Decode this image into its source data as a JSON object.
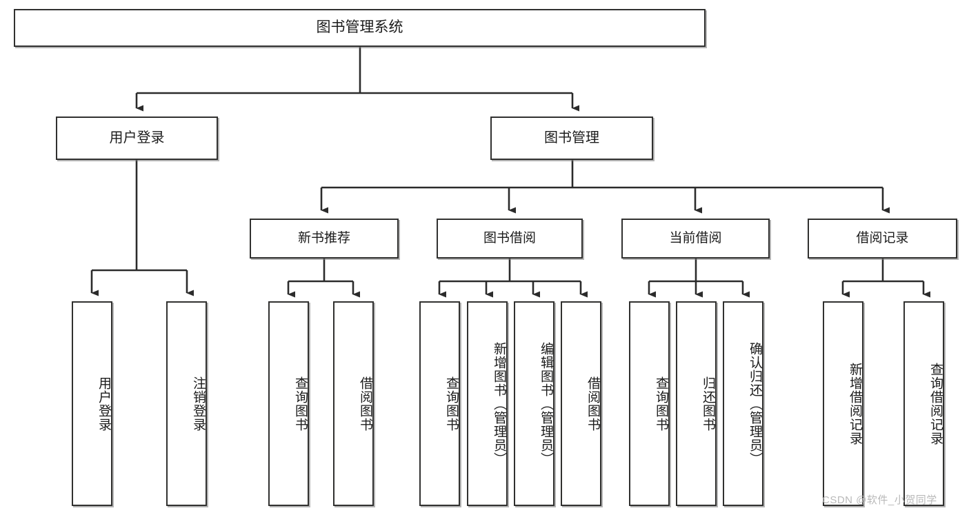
{
  "diagram": {
    "type": "tree-hierarchy",
    "title": "图书管理系统",
    "watermark": "CSDN @软件_小贺同学",
    "colors": {
      "box_border": "#30302f",
      "box_fill": "#ffffff",
      "connector": "#2b2b2b",
      "background": "#ffffff",
      "watermark": "#b9b9b9"
    },
    "nodes": {
      "root": {
        "label": "图书管理系统",
        "level": 1
      },
      "level2": [
        {
          "id": "user-login",
          "label": "用户登录"
        },
        {
          "id": "book-manage",
          "label": "图书管理"
        }
      ],
      "level3": [
        {
          "id": "new-book-recommend",
          "label": "新书推荐",
          "parent": "book-manage"
        },
        {
          "id": "book-borrow",
          "label": "图书借阅",
          "parent": "book-manage"
        },
        {
          "id": "current-borrow",
          "label": "当前借阅",
          "parent": "book-manage"
        },
        {
          "id": "borrow-record",
          "label": "借阅记录",
          "parent": "book-manage"
        }
      ],
      "leaves": [
        {
          "id": "leaf-user-login",
          "label": "用户登录",
          "parent": "user-login"
        },
        {
          "id": "leaf-logout-login",
          "label": "注销登录",
          "parent": "user-login"
        },
        {
          "id": "leaf-query-book-1",
          "label": "查询图书",
          "parent": "new-book-recommend"
        },
        {
          "id": "leaf-borrow-book-1",
          "label": "借阅图书",
          "parent": "new-book-recommend"
        },
        {
          "id": "leaf-query-book-2",
          "label": "查询图书",
          "parent": "book-borrow"
        },
        {
          "id": "leaf-add-book",
          "label": "新增图书（管理员）",
          "parent": "book-borrow"
        },
        {
          "id": "leaf-edit-book",
          "label": "编辑图书（管理员）",
          "parent": "book-borrow"
        },
        {
          "id": "leaf-borrow-book-2",
          "label": "借阅图书",
          "parent": "book-borrow"
        },
        {
          "id": "leaf-query-book-3",
          "label": "查询图书",
          "parent": "current-borrow"
        },
        {
          "id": "leaf-return-book",
          "label": "归还图书",
          "parent": "current-borrow"
        },
        {
          "id": "leaf-confirm-return",
          "label": "确认归还（管理员）",
          "parent": "current-borrow"
        },
        {
          "id": "leaf-add-record",
          "label": "新增借阅记录",
          "parent": "borrow-record"
        },
        {
          "id": "leaf-query-record",
          "label": "查询借阅记录",
          "parent": "borrow-record"
        }
      ]
    }
  }
}
